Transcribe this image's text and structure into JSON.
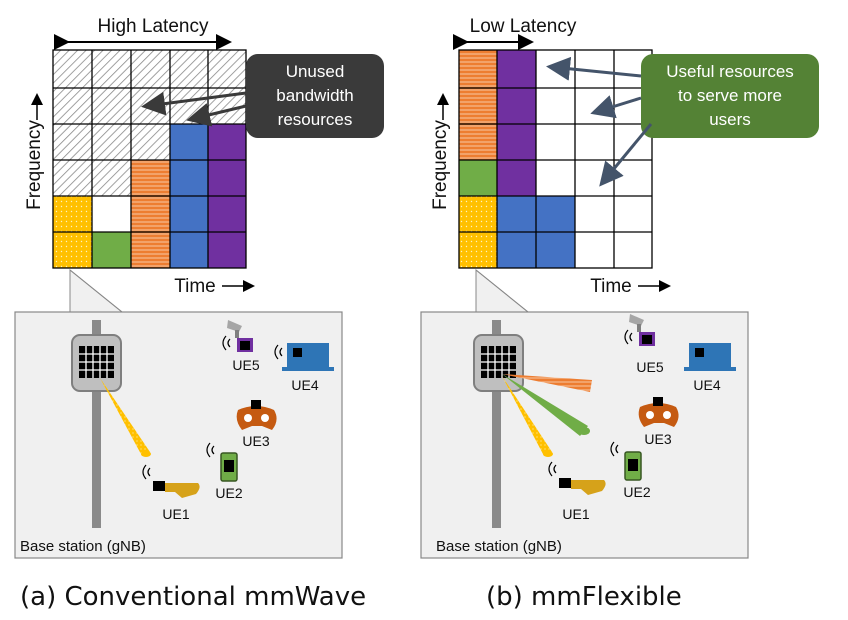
{
  "panels": [
    {
      "latency_label": "High Latency",
      "frequency_label": "Frequency",
      "time_label": "Time",
      "callout": [
        "Unused",
        "bandwidth",
        "resources"
      ],
      "base_station_label": "Base station (gNB)",
      "ue_labels": [
        "UE1",
        "UE2",
        "UE3",
        "UE4",
        "UE5"
      ],
      "caption": "(a) Conventional mmWave"
    },
    {
      "latency_label": "Low Latency",
      "frequency_label": "Frequency",
      "time_label": "Time",
      "callout": [
        "Useful resources",
        "to serve more",
        "users"
      ],
      "base_station_label": "Base station (gNB)",
      "ue_labels": [
        "UE1",
        "UE2",
        "UE3",
        "UE4",
        "UE5"
      ],
      "caption": "(b) mmFlexible"
    }
  ],
  "colors": {
    "yellow": "#ffc000",
    "green": "#70ad47",
    "orange": "#ed7d31",
    "blue": "#4472c4",
    "purple": "#7030a0",
    "callout_dark": "#3a3a3a",
    "callout_green": "#548235",
    "panel_bg": "#f0f0f0"
  }
}
